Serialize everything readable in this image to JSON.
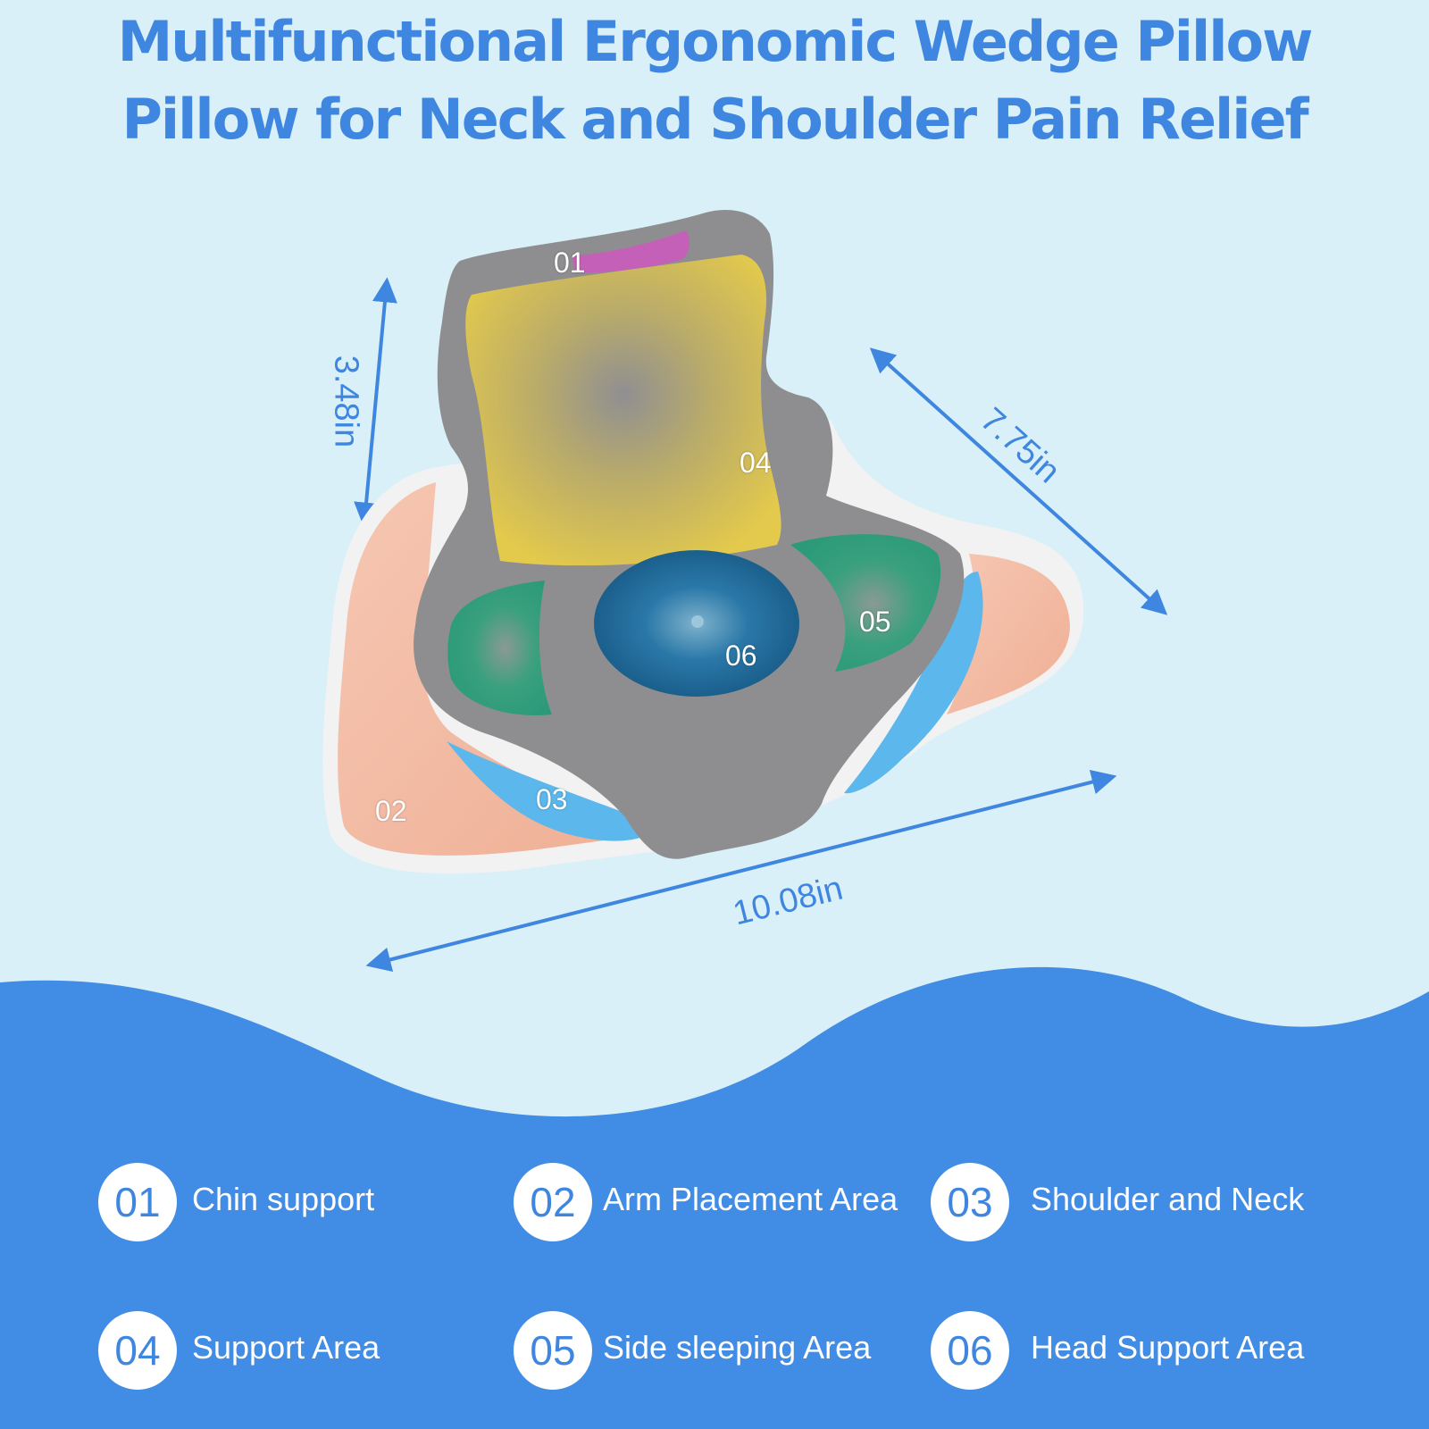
{
  "header": {
    "title_line1": "Multifunctional Ergonomic  Wedge Pillow",
    "title_line2": "Pillow for Neck and Shoulder Pain Relief"
  },
  "dimensions": {
    "height": "3.48in",
    "depth": "7.75in",
    "width": "10.08in"
  },
  "zones": {
    "z01": "01",
    "z02": "02",
    "z03": "03",
    "z04": "04",
    "z05": "05",
    "z06": "06"
  },
  "legend": [
    {
      "num": "01",
      "label": "Chin support"
    },
    {
      "num": "02",
      "label": "Arm Placement Area"
    },
    {
      "num": "03",
      "label": "Shoulder and Neck"
    },
    {
      "num": "04",
      "label": "Support Area"
    },
    {
      "num": "05",
      "label": "Side sleeping Area"
    },
    {
      "num": "06",
      "label": "Head Support Area"
    }
  ],
  "colors": {
    "background": "#daf0f8",
    "accent_blue": "#3e86df",
    "zone_chin": "#c560b8",
    "zone_arm": "#f2b8a2",
    "zone_shoulder": "#5fb8ea",
    "zone_support": "#e1c84e",
    "zone_side": "#2f9f7f",
    "zone_head": "#1e6fa0",
    "fabric": "#8e8e90"
  }
}
